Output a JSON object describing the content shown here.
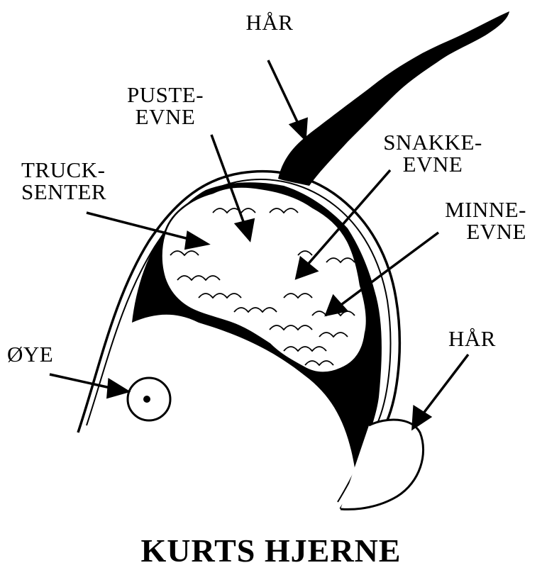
{
  "title": "KURTS HJERNE",
  "labels": {
    "har_top": "HÅR",
    "puste": [
      "PUSTE-",
      "EVNE"
    ],
    "truck": [
      "TRUCK-",
      "SENTER"
    ],
    "snakke": [
      "SNAKKE-",
      "EVNE"
    ],
    "minne": [
      "MINNE-",
      "EVNE"
    ],
    "oye": "ØYE",
    "har_right": "HÅR"
  },
  "colors": {
    "ink": "#000000",
    "paper": "#ffffff"
  }
}
